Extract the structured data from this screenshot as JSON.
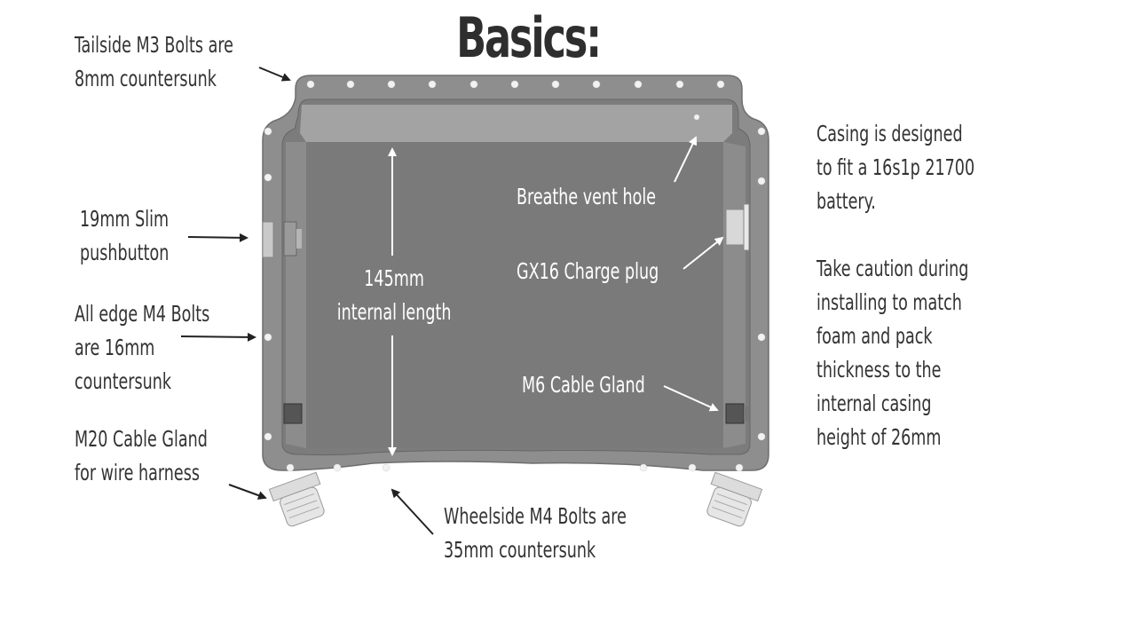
{
  "title": "Basics:",
  "labels": {
    "tailside_bolts": "Tailside M3 Bolts are\n8mm countersunk",
    "pushbutton": "19mm Slim\npushbutton",
    "edge_bolts": "All edge M4 Bolts\nare 16mm\ncountersunk",
    "m20_gland": "M20 Cable Gland\nfor wire harness",
    "wheelside_bolts": "Wheelside M4 Bolts are\n35mm countersunk",
    "internal_length": "145mm\ninternal length",
    "breathe_vent": "Breathe vent hole",
    "charge_plug": "GX16 Charge plug",
    "m6_gland": "M6 Cable Gland"
  },
  "notes": {
    "casing_design": "Casing is designed\nto fit a 16s1p 21700\nbattery.",
    "caution": "Take caution during\ninstalling to match\nfoam and pack\nthickness to the\ninternal casing\nheight of 26mm"
  },
  "colors": {
    "casing": "#8a8a8a",
    "casing_inner": "#7a7a7a",
    "annotation_text": "#333333",
    "inner_text": "#ffffff"
  }
}
